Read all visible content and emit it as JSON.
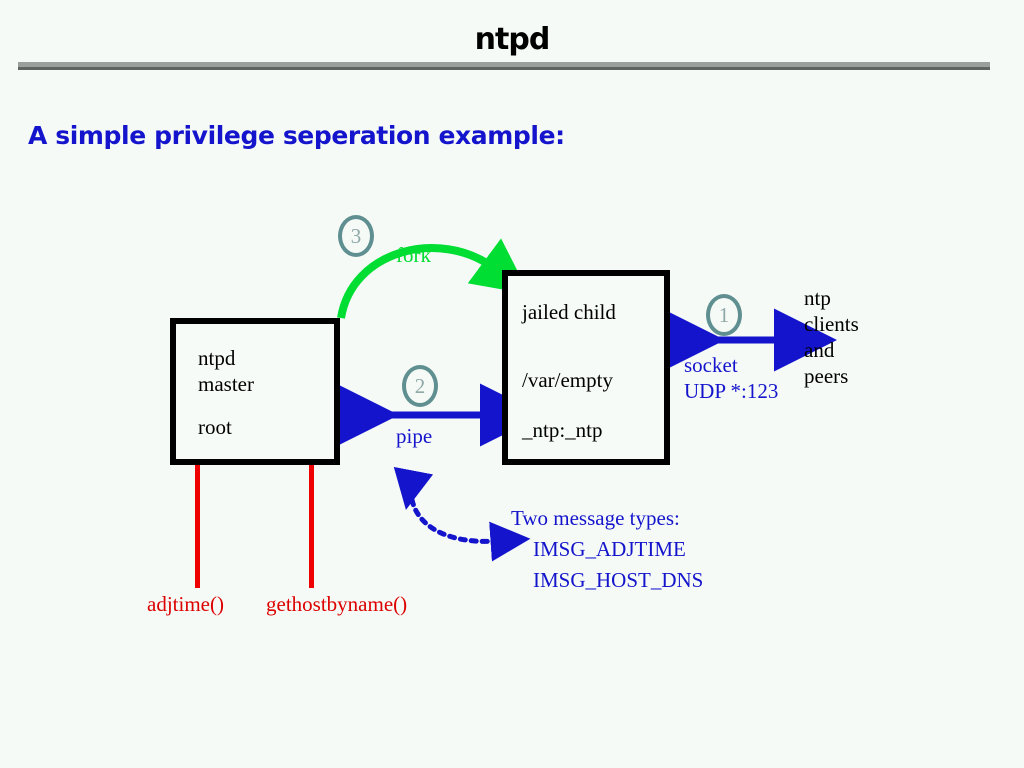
{
  "slide": {
    "title": "ntpd",
    "subtitle": "A simple privilege seperation example:"
  },
  "colors": {
    "background": "#f5faf6",
    "title_rule_top": "#9a9f9c",
    "title_rule_bottom": "#5f645f",
    "blue": "#1414cc",
    "red": "#dd0000",
    "green": "#00dd33",
    "badge_ring": "#5f8f90",
    "badge_number": "#8fa8a8",
    "box_border": "#000000"
  },
  "boxes": {
    "master": {
      "name": "ntpd master process box",
      "line1": "ntpd",
      "line2": "master",
      "line3": "root"
    },
    "child": {
      "name": "jailed child process box",
      "line1": "jailed child",
      "line2": "/var/empty",
      "line3": "_ntp:_ntp"
    }
  },
  "endpoint": {
    "line1": "ntp",
    "line2": "clients",
    "line3": "and",
    "line4": "peers"
  },
  "connectors": {
    "fork": {
      "label": "fork",
      "badge": "3",
      "style": "curved-green-arrow"
    },
    "pipe": {
      "label": "pipe",
      "badge": "2",
      "style": "blue-double-arrow"
    },
    "socket": {
      "label": "socket",
      "label2": "UDP *:123",
      "badge": "1",
      "style": "blue-double-arrow"
    },
    "messages": {
      "style": "blue-dotted-double-arrow"
    }
  },
  "syscalls": {
    "adjtime": "adjtime()",
    "gethostbyname": "gethostbyname()"
  },
  "messages": {
    "heading": "Two message types:",
    "type1": "IMSG_ADJTIME",
    "type2": "IMSG_HOST_DNS"
  }
}
